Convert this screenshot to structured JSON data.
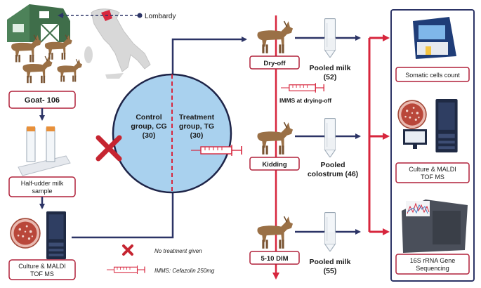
{
  "colors": {
    "navy": "#2c3466",
    "red": "#d7263d",
    "box_border": "#b0213a",
    "circle_fill": "#a9d1ee",
    "circle_stroke": "#1e2448",
    "barn_green": "#3f6e4a",
    "tube_orange": "#e8903a",
    "tube_green": "#2f8a3a",
    "tube_blue": "#3f7fc4"
  },
  "icons": {
    "barn": "barn-icon",
    "goat": "goat-icon",
    "map": "italy-map-icon",
    "tube": "milk-tube-icon",
    "instrument": "lab-instrument-icon",
    "petri": "petri-dish-icon",
    "syringe": "syringe-icon",
    "cross": "cross-mark-icon",
    "sequencer": "sequencer-icon",
    "counter": "cell-counter-icon"
  },
  "location": {
    "label": "Lombardy"
  },
  "herd": {
    "label": "Goat- 106"
  },
  "sample": {
    "label_line1": "Half-udder milk",
    "label_line2": "sample"
  },
  "baseline_culture": {
    "label_line1": "Culture & MALDI",
    "label_line2": "TOF MS"
  },
  "groups": {
    "control": {
      "line1": "Control",
      "line2": "group, CG",
      "count": "(30)"
    },
    "treatment": {
      "line1": "Treatment",
      "line2": "group, TG",
      "count": "(30)"
    }
  },
  "timepoints": [
    {
      "label": "Dry-off",
      "sample_line1": "Pooled milk",
      "sample_line2": "(52)"
    },
    {
      "label": "Kidding",
      "sample_line1": "Pooled",
      "sample_line2": "colostrum (46)"
    },
    {
      "label": "5-10 DIM",
      "sample_line1": "Pooled milk",
      "sample_line2": "(55)"
    }
  ],
  "treatment_note": "IMMS at drying-off",
  "analyses": [
    {
      "line1": "Somatic cells count",
      "line2": ""
    },
    {
      "line1": "Culture & MALDI",
      "line2": "TOF MS"
    },
    {
      "line1": "16S rRNA Gene",
      "line2": "Sequencing"
    }
  ],
  "legend": {
    "no_treatment": "No treatment given",
    "imms": "IMMS: Cefazolin 250mg"
  }
}
